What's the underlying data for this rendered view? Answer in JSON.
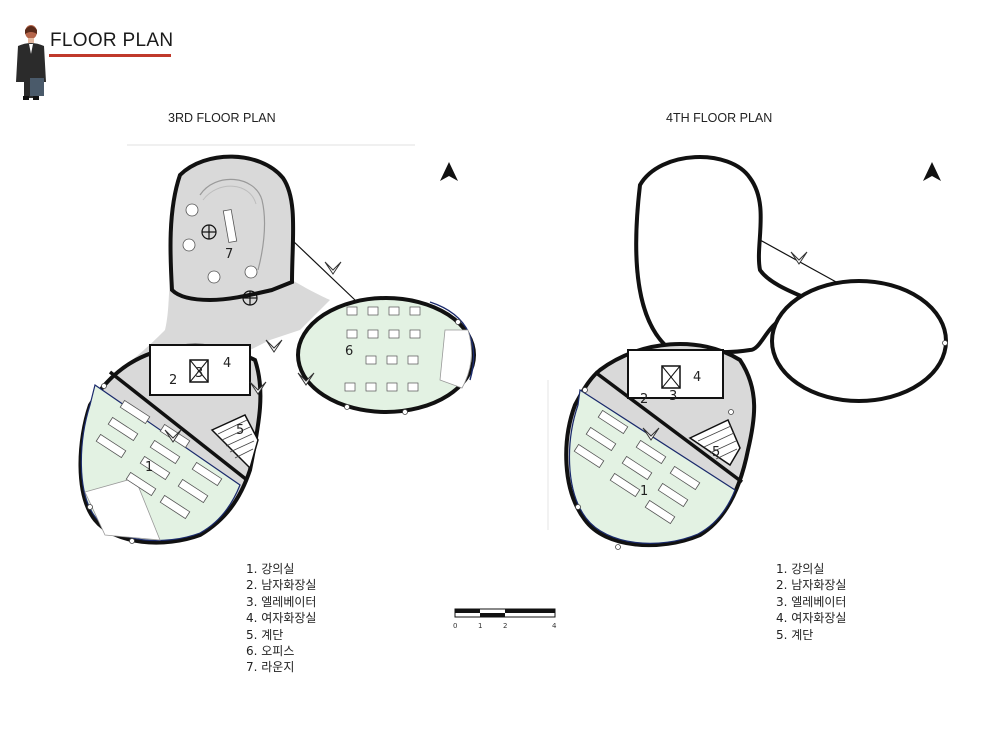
{
  "page": {
    "title": "FLOOR PLAN",
    "accent_color": "#c0392b"
  },
  "plans": [
    {
      "caption": "3RD FLOOR PLAN",
      "legend": [
        "1. 강의실",
        "2. 남자화장실",
        "3. 엘레베이터",
        "4. 여자화장실",
        "5. 계단",
        "6. 오피스",
        "7. 라운지"
      ],
      "room_numbers": [
        "1",
        "2",
        "3",
        "4",
        "5",
        "6",
        "7"
      ]
    },
    {
      "caption": "4TH FLOOR PLAN",
      "legend": [
        "1. 강의실",
        "2. 남자화장실",
        "3. 엘레베이터",
        "4. 여자화장실",
        "5. 계단"
      ],
      "room_numbers": [
        "1",
        "2",
        "3",
        "4",
        "5"
      ]
    }
  ],
  "scale_bar": {
    "labels": [
      "0",
      "1",
      "2",
      "4"
    ]
  },
  "icons": [
    "north-arrow-icon",
    "person-avatar-icon"
  ],
  "colors": {
    "classroom_fill": "#e3f2e3",
    "corridor_fill": "#d9d9d9",
    "outline": "#111111",
    "glass_edge": "#1a2a6c"
  }
}
